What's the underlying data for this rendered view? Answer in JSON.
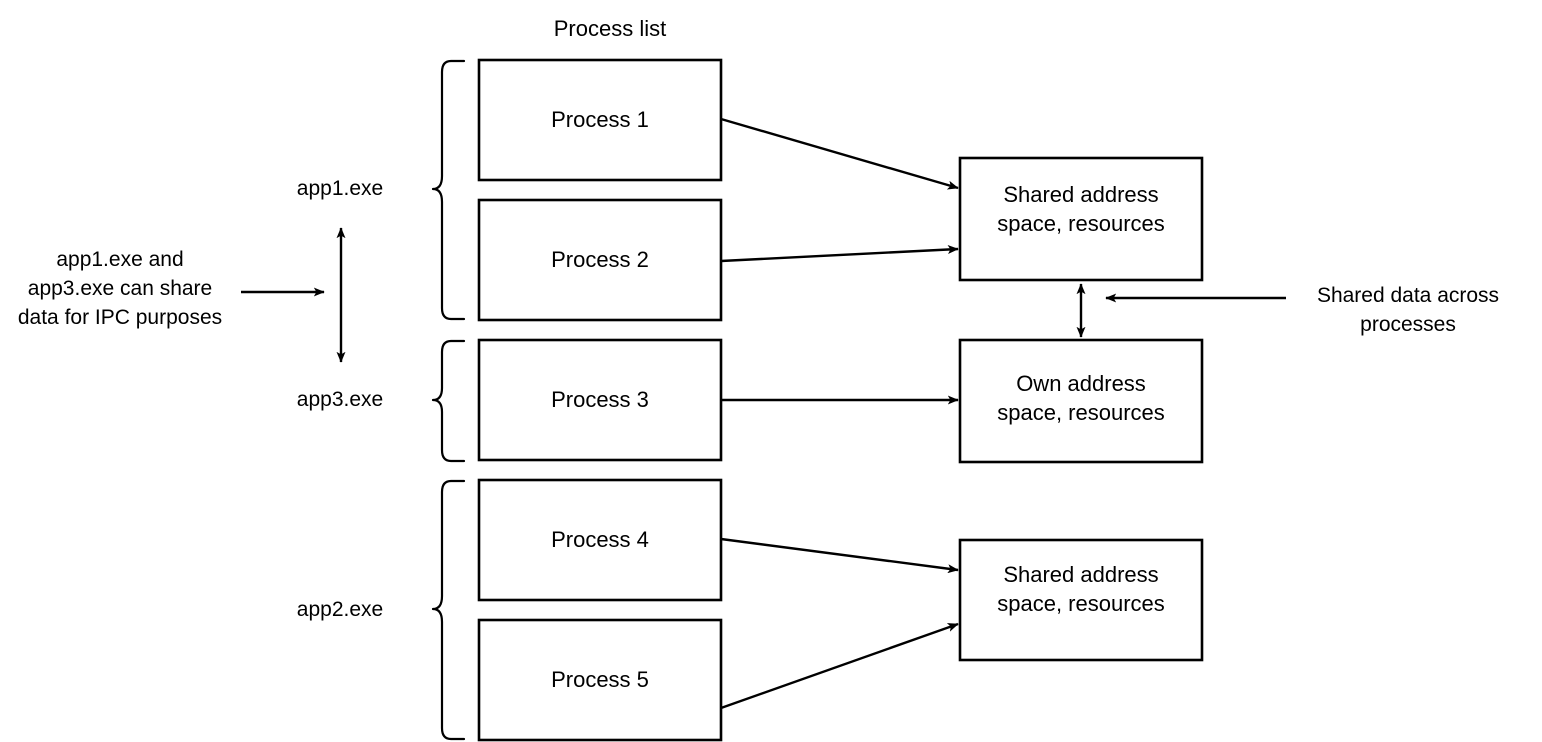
{
  "diagram": {
    "title": "Process list",
    "process_boxes": [
      {
        "id": "process-1",
        "label": "Process 1"
      },
      {
        "id": "process-2",
        "label": "Process 2"
      },
      {
        "id": "process-3",
        "label": "Process 3"
      },
      {
        "id": "process-4",
        "label": "Process 4"
      },
      {
        "id": "process-5",
        "label": "Process 5"
      }
    ],
    "app_labels": [
      {
        "id": "app1",
        "label": "app1.exe"
      },
      {
        "id": "app3",
        "label": "app3.exe"
      },
      {
        "id": "app2",
        "label": "app2.exe"
      }
    ],
    "address_space_boxes": [
      {
        "id": "shared-top",
        "line1": "Shared address",
        "line2": "space, resources"
      },
      {
        "id": "own",
        "line1": "Own address",
        "line2": "space, resources"
      },
      {
        "id": "shared-bottom",
        "line1": "Shared address",
        "line2": "space, resources"
      }
    ],
    "notes": {
      "left": {
        "line1": "app1.exe and",
        "line2": "app3.exe can share",
        "line3": "data for IPC purposes"
      },
      "right": {
        "line1": "Shared data across",
        "line2": "processes"
      }
    },
    "colors": {
      "stroke": "#000000",
      "fill": "#ffffff",
      "background": "#ffffff"
    }
  }
}
